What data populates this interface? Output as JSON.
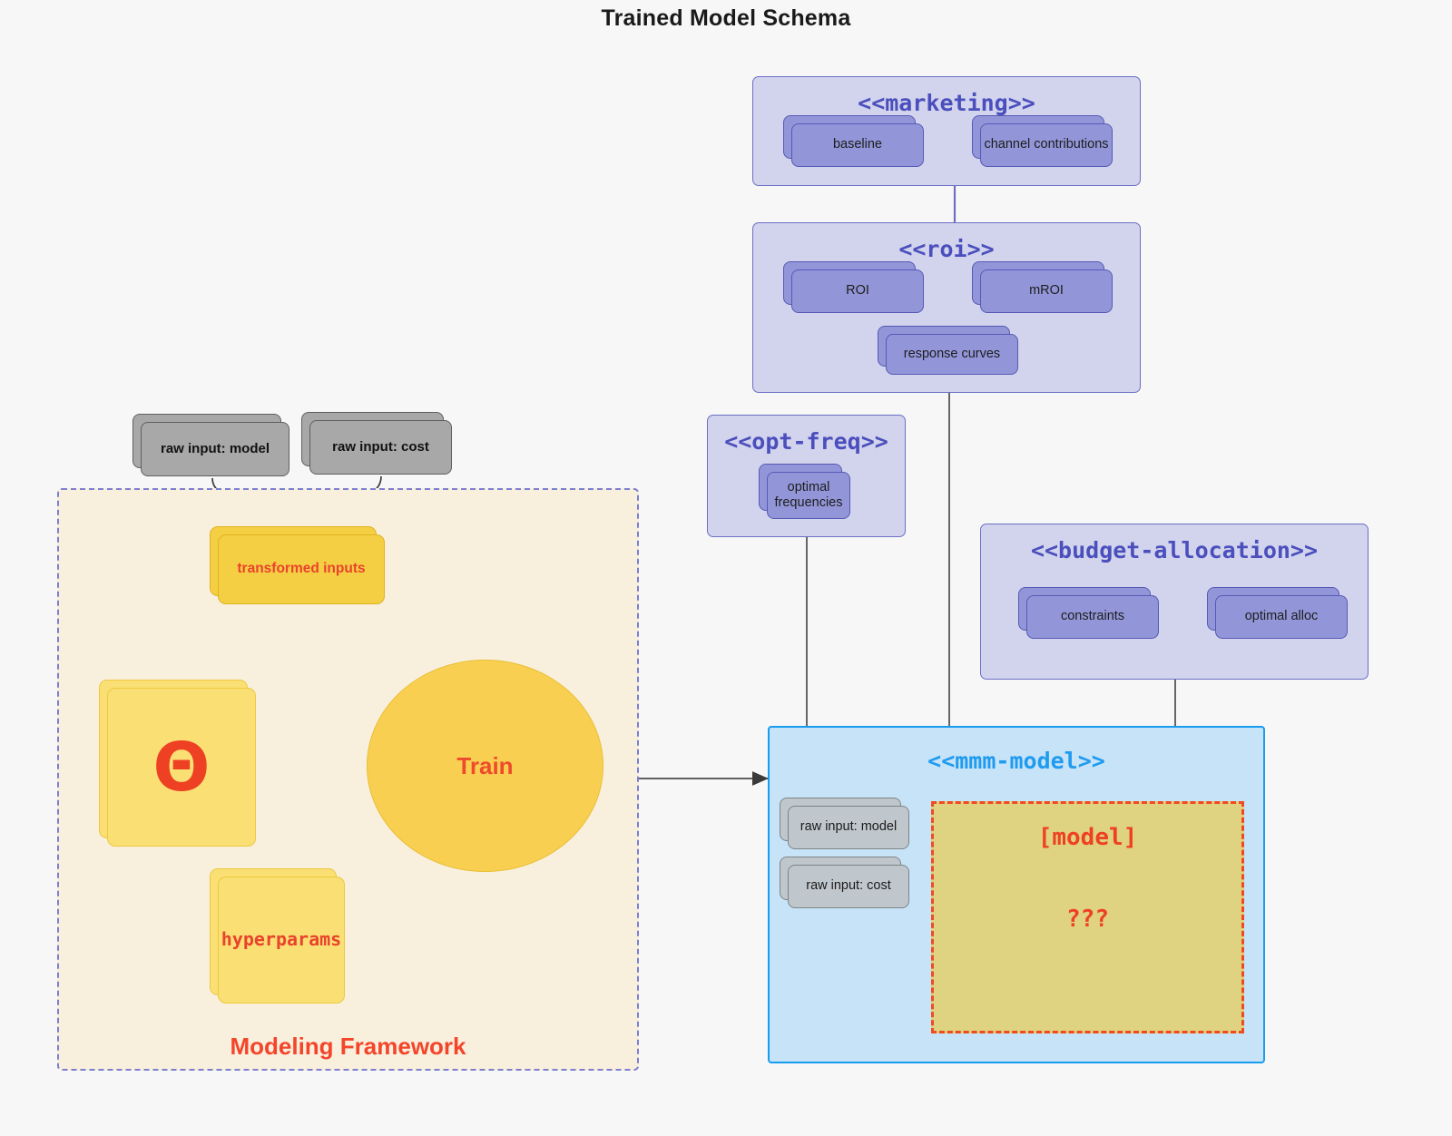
{
  "title": "Trained Model Schema",
  "colors": {
    "background": "#f7f7f7",
    "package_fill": "#d2d3ec",
    "package_border": "#6d6fc6",
    "package_title": "#4a4fbd",
    "node_purple_fill": "#9296d8",
    "node_purple_border": "#5659b5",
    "mmm_fill": "#c7e3f7",
    "mmm_border": "#189cf0",
    "mmm_title": "#1f9bef",
    "framework_fill": "#f8efdd",
    "framework_border": "#7b7fd0",
    "gold": "#f5cf43",
    "light_gold": "#fadf74",
    "accent_red": "#ee4123",
    "placeholder_fill": "#dfd280",
    "gray_node": "#a8a8a8",
    "gray_node_lite": "#c0c7cc"
  },
  "packages": {
    "marketing": {
      "title": "<<marketing>>",
      "nodes": [
        {
          "label": "baseline"
        },
        {
          "label": "channel contributions"
        }
      ]
    },
    "roi": {
      "title": "<<roi>>",
      "nodes": [
        {
          "label": "ROI"
        },
        {
          "label": "mROI"
        },
        {
          "label": "response curves"
        }
      ]
    },
    "opt_freq": {
      "title": "<<opt-freq>>",
      "nodes": [
        {
          "label": "optimal\nfrequencies",
          "line1": "optimal",
          "line2": "frequencies"
        }
      ]
    },
    "budget_allocation": {
      "title": "<<budget-allocation>>",
      "nodes": [
        {
          "label": "constraints"
        },
        {
          "label": "optimal alloc"
        }
      ]
    },
    "mmm_model": {
      "title": "<<mmm-model>>",
      "nodes": [
        {
          "label": "raw input: model"
        },
        {
          "label": "raw input: cost"
        }
      ],
      "placeholder": {
        "title": "[model]",
        "question": "???"
      }
    }
  },
  "framework": {
    "label": "Modeling Framework",
    "raw_inputs": [
      {
        "label": "raw input: model"
      },
      {
        "label": "raw input: cost"
      }
    ],
    "transformed_inputs": {
      "label": "transformed inputs"
    },
    "theta": {
      "label": "Θ"
    },
    "hyperparams": {
      "label": "hyperparams"
    },
    "train": {
      "label": "Train"
    }
  }
}
